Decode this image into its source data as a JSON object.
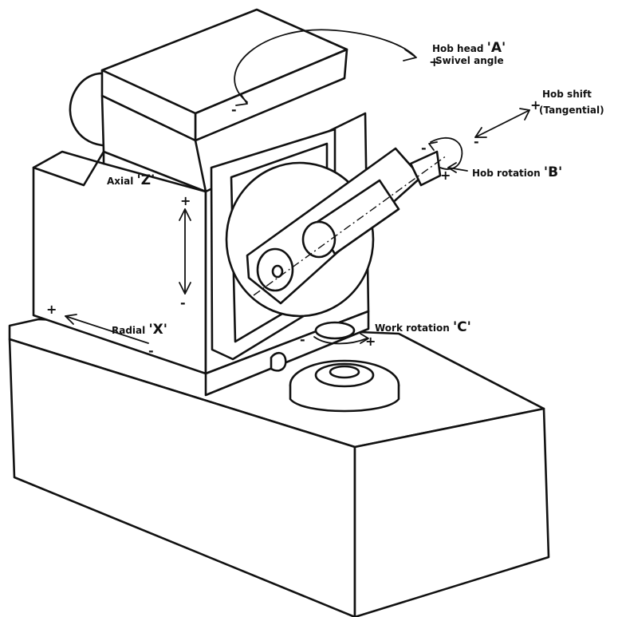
{
  "labels": {
    "hob_head": "Hob head",
    "hob_head_axis": "'A'",
    "swivel": "Swivel angle",
    "hob_shift": "Hob shift",
    "tangential": "(Tangential)",
    "hob_rotation": "Hob rotation",
    "hob_rotation_axis": "'B'",
    "axial": "Axial",
    "axial_axis": "'Z'",
    "radial": "Radial",
    "radial_axis": "'X'",
    "work_rotation": "Work rotation",
    "work_rotation_axis": "'C'"
  },
  "signs": {
    "plus": "+",
    "minus": "-"
  }
}
